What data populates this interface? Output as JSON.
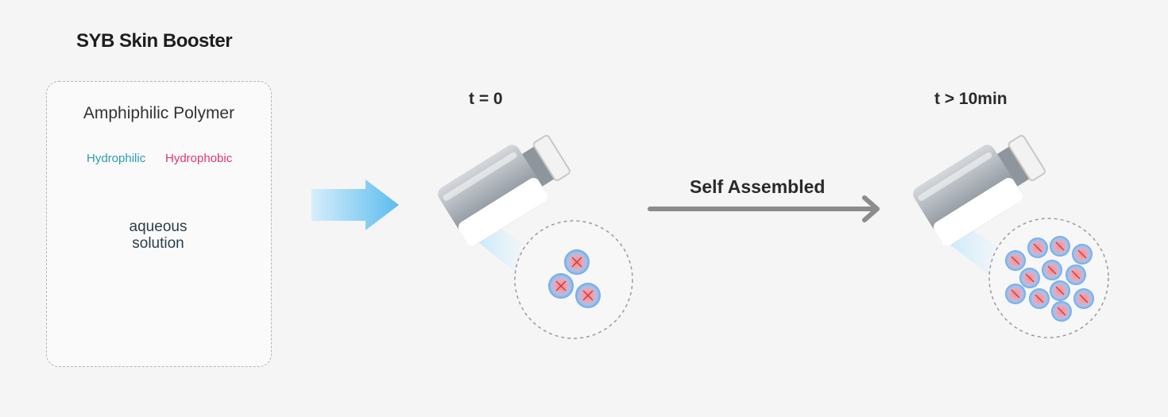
{
  "title": "SYB Skin Booster",
  "polymer_box": {
    "heading": "Amphiphilic Polymer",
    "hydrophilic_label": "Hydrophilic",
    "hydrophobic_label": "Hydrophobic",
    "arrow_text_line1": "aqueous",
    "arrow_text_line2": "solution"
  },
  "stage1": {
    "time_label": "t = 0"
  },
  "process_label": "Self Assembled",
  "stage2": {
    "time_label": "t > 10min"
  },
  "colors": {
    "hydrophilic": "#2a9cb3",
    "hydrophobic": "#e0366e",
    "arrow_blue": "#7cc8f0",
    "gray_arrow": "#8c8c8c"
  }
}
